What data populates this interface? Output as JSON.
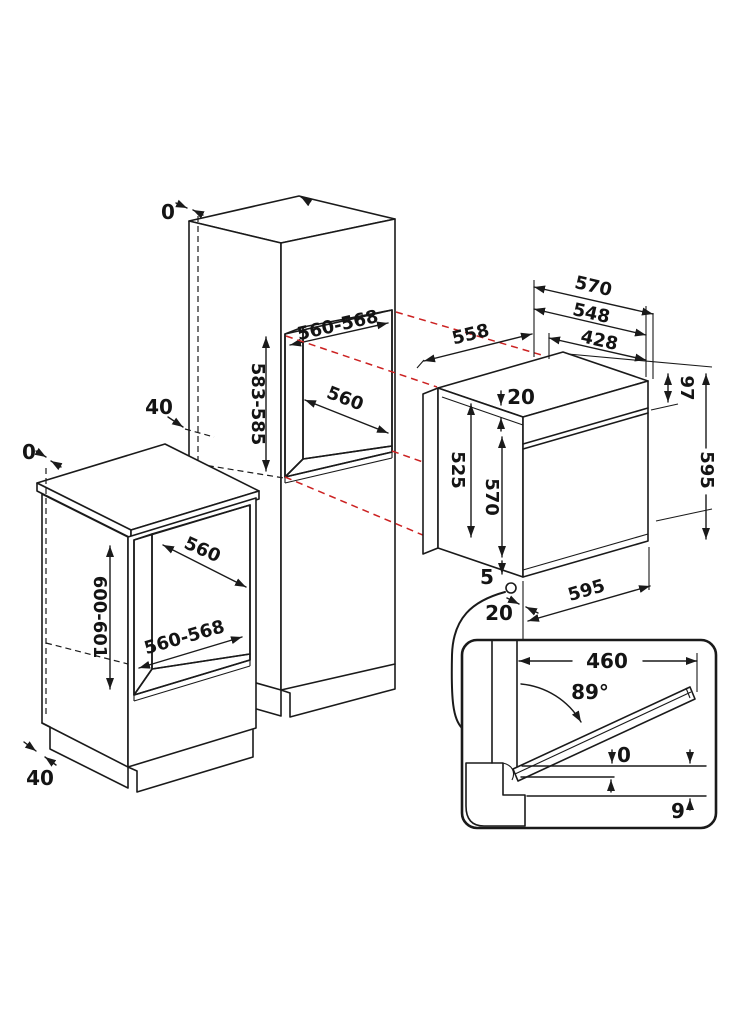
{
  "figure": {
    "kind": "built-in oven installation dimension drawing",
    "colors": {
      "line": "#1a1a1a",
      "projection_red": "#cc2222",
      "niche_back_grey": "#b1b1b1",
      "niche_floor_grey": "#dcdcdc",
      "detail_grey": "#d8d8d8"
    }
  },
  "tall_cabinet": {
    "top_gap": "0",
    "rear_gap": "40",
    "niche_width": "560-568",
    "niche_height": "583-585",
    "niche_depth": "560"
  },
  "base_cabinet": {
    "top_gap": "0",
    "plinth_recess": "40",
    "niche_depth": "560",
    "niche_height": "600-601",
    "niche_width": "560-568"
  },
  "oven": {
    "depth_max": "570",
    "depth_body": "548",
    "depth_inner": "428",
    "depth_front": "558",
    "top_trim": "20",
    "panel_height": "97",
    "body_height": "525",
    "front_height": "570",
    "height": "595",
    "bottom_trim": "5",
    "door_protrusion": "20",
    "width": "595"
  },
  "door_detail": {
    "door_depth": "460",
    "opening_angle": "89°",
    "gap_top": "0",
    "gap_bottom": "9"
  }
}
